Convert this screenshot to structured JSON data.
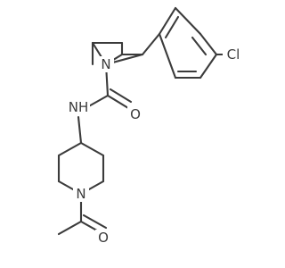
{
  "molecule": {
    "atoms": {
      "azetidine_n": "N",
      "amide_n": "NH",
      "carbonyl_o": "O",
      "piperidine_n": "N",
      "acetyl_o": "O",
      "chlorine": "Cl"
    },
    "colors": {
      "bond": "#3b3b3b",
      "label": "#3b3b3b",
      "background": "#ffffff"
    }
  }
}
